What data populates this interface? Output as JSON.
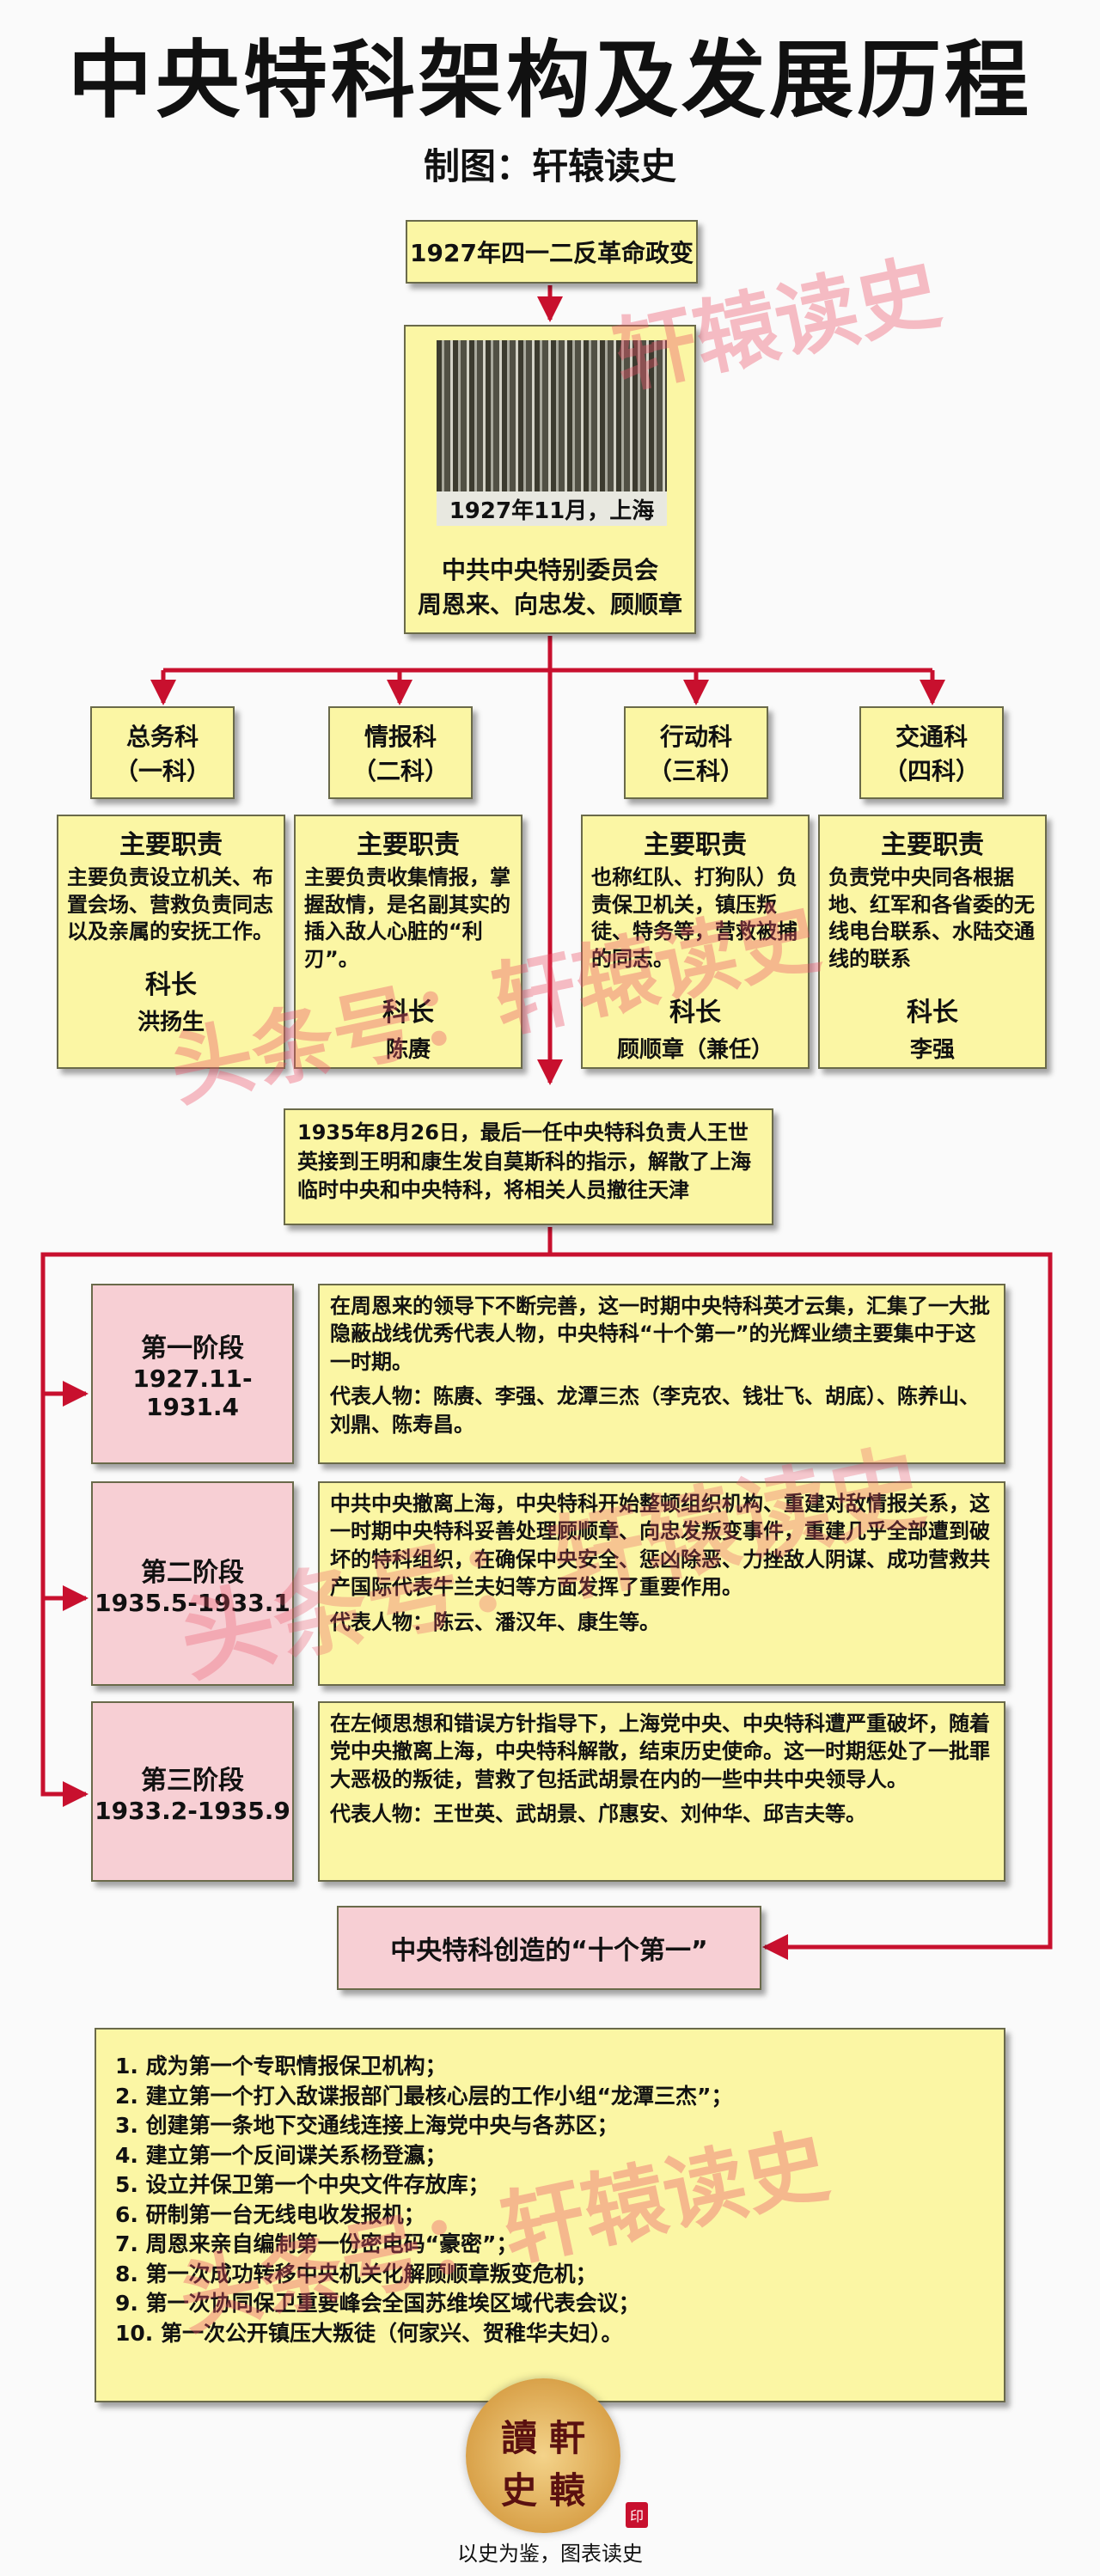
{
  "title": "中央特科架构及发展历程",
  "subtitle": "制图：轩辕读史",
  "colors": {
    "box_yellow": "#fbf6a4",
    "box_pink": "#f7cfd4",
    "connector_red": "#c8102e",
    "watermark": "#ec5468"
  },
  "event_1927": "1927年四一二反革命政变",
  "founding": {
    "caption": "1927年11月，上海",
    "org": "中共中央特别委员会",
    "members": "周恩来、向忠发、顾顺章"
  },
  "departments": [
    {
      "name": "总务科",
      "alias": "（一科）",
      "duty_title": "主要职责",
      "duty": "主要负责设立机关、布置会场、营救负责同志以及亲属的安抚工作。",
      "head_label": "科长",
      "head": "洪扬生"
    },
    {
      "name": "情报科",
      "alias": "（二科）",
      "duty_title": "主要职责",
      "duty": "主要负责收集情报，掌握敌情，是名副其实的插入敌人心脏的“利刃”。",
      "head_label": "科长",
      "head": "陈赓"
    },
    {
      "name": "行动科",
      "alias": "（三科）",
      "duty_title": "主要职责",
      "duty": "也称红队、打狗队）负责保卫机关，镇压叛徒、特务等，营救被捕的同志。",
      "head_label": "科长",
      "head": "顾顺章（兼任）"
    },
    {
      "name": "交通科",
      "alias": "（四科）",
      "duty_title": "主要职责",
      "duty": "负责党中央同各根据地、红军和各省委的无线电台联系、水陆交通线的联系",
      "head_label": "科长",
      "head": "李强"
    }
  ],
  "dissolution": "1935年8月26日，最后一任中央特科负责人王世英接到王明和康生发自莫斯科的指示，解散了上海临时中央和中央特科，将相关人员撤往天津",
  "stages": [
    {
      "name": "第一阶段",
      "period": "1927.11-1931.4",
      "desc": "在周恩来的领导下不断完善，这一时期中央特科英才云集，汇集了一大批隐蔽战线优秀代表人物，中央特科“十个第一”的光辉业绩主要集中于这一时期。",
      "people": "代表人物：陈赓、李强、龙潭三杰（李克农、钱壮飞、胡底）、陈养山、刘鼎、陈寿昌。"
    },
    {
      "name": "第二阶段",
      "period": "1935.5-1933.1",
      "desc": "中共中央撤离上海，中央特科开始整顿组织机构、重建对敌情报关系，这一时期中央特科妥善处理顾顺章、向忠发叛变事件，重建几乎全部遭到破坏的特科组织，在确保中央安全、惩凶除恶、力挫敌人阴谋、成功营救共产国际代表牛兰夫妇等方面发挥了重要作用。",
      "people": "代表人物：陈云、潘汉年、康生等。"
    },
    {
      "name": "第三阶段",
      "period": "1933.2-1935.9",
      "desc": "在左倾思想和错误方针指导下，上海党中央、中央特科遭严重破坏，随着党中央撤离上海，中央特科解散，结束历史使命。这一时期惩处了一批罪大恶极的叛徒，营救了包括武胡景在内的一些中共中央领导人。",
      "people": "代表人物：王世英、武胡景、邝惠安、刘仲华、邱吉夫等。"
    }
  ],
  "ten_firsts_title": "中央特科创造的“十个第一”",
  "ten_firsts": [
    "1. 成为第一个专职情报保卫机构；",
    "2. 建立第一个打入敌谍报部门最核心层的工作小组“龙潭三杰”；",
    "3. 创建第一条地下交通线连接上海党中央与各苏区；",
    "4. 建立第一个反间谍关系杨登瀛；",
    "5. 设立并保卫第一个中央文件存放库；",
    "6. 研制第一台无线电收发报机；",
    "7. 周恩来亲自编制第一份密电码“豪密”；",
    "8. 第一次成功转移中央机关化解顾顺章叛变危机；",
    "9. 第一次协同保卫重要峰会全国苏维埃区域代表会议；",
    "10. 第一次公开镇压大叛徒（何家兴、贺稚华夫妇）。"
  ],
  "seal": {
    "chars": [
      "讀",
      "軒",
      "史",
      "轅"
    ],
    "small_stamp": "印"
  },
  "footer": "以史为鉴，图表读史",
  "watermark": {
    "text1": "轩辕读史",
    "text2": "头条号：轩辕读史"
  }
}
